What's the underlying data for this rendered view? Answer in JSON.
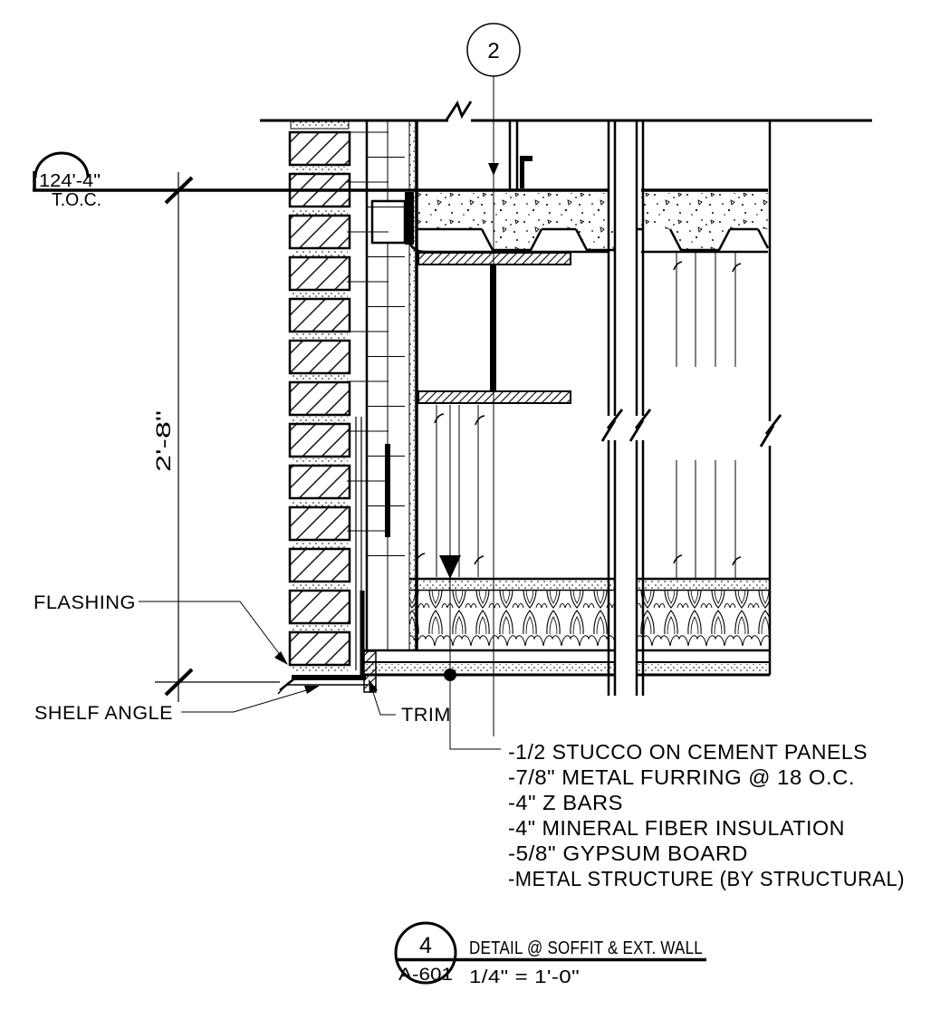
{
  "callout": {
    "number": "2"
  },
  "elevation": {
    "value": "124'-4\"",
    "datum": "T.O.C."
  },
  "dimension": {
    "value": "2'-8\""
  },
  "labels": {
    "flashing": "FLASHING",
    "shelf_angle": "SHELF ANGLE",
    "trim": "TRIM"
  },
  "notes": [
    "-1/2 STUCCO ON CEMENT PANELS",
    "-7/8\" METAL FURRING @ 18 O.C.",
    "-4\" Z BARS",
    "-4\" MINERAL FIBER INSULATION",
    "-5/8\" GYPSUM BOARD",
    "-METAL STRUCTURE (BY STRUCTURAL)"
  ],
  "title_block": {
    "detail_number": "4",
    "sheet_ref": "A-601",
    "title": "DETAIL @ SOFFIT & EXT. WALL",
    "scale": "1/4\" = 1'-0\""
  },
  "colors": {
    "ink": "#000000",
    "paper": "#ffffff"
  }
}
